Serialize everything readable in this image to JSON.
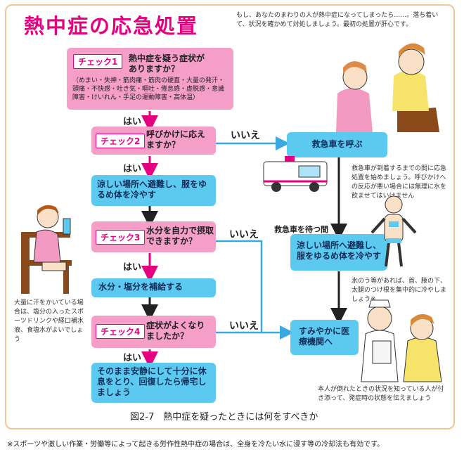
{
  "title": "熱中症の応急処置",
  "intro": "もし、あなたのまわりの人が熱中症になってしまったら……。落ち着いて、状況を確かめて対処しましょう。最初の処置が肝心です。",
  "check1": {
    "label": "チェック1",
    "question": "熱中症を疑う症状がありますか？",
    "symptoms": "（めまい・失神・筋肉痛・筋肉の硬直・大量の発汗・頭痛・不快感・吐き気・嘔吐・倦怠感・虚脱感・意識障害・けいれん・手足の運動障害・高体温）"
  },
  "check2": {
    "label": "チェック2",
    "question": "呼びかけに応えますか？"
  },
  "check3": {
    "label": "チェック3",
    "question": "水分を自力で摂取できますか？"
  },
  "check4": {
    "label": "チェック4",
    "question": "症状がよくなりましたか？"
  },
  "yes": "はい",
  "no": "いいえ",
  "action_cool": "涼しい場所へ避難し、服をゆるめ体を冷やす",
  "action_water": "水分・塩分を補給する",
  "action_rest": "そのまま安静にして十分に休息をとり、回復したら帰宅しましょう",
  "ambulance_call": "救急車を呼ぶ",
  "ambulance_note": "救急車が到着するまでの間に応急処置を始めましょう。呼びかけへの反応が悪い場合には無理に水を飲ませてはいけません",
  "ambulance_wait": "救急車を待つ間",
  "cool2": "涼しい場所へ避難し、服をゆるめ体を冷やす",
  "ice_note": "氷のう等があれば、首、腋の下、太腿のつけ根を集中的に冷やしましょう※",
  "hospital": "すみやかに医療機関へ",
  "hospital_note": "本人が倒れたときの状況を知っている人が付き添って、発症時の状態を伝えましょう",
  "sweat_note": "大量に汗をかいている場合は、塩分の入ったスポーツドリンクや経口補水液、食塩水がよいでしょう",
  "figure_caption": "図2-7　熱中症を疑ったときには何をすべきか",
  "footnote": "※スポーツや激しい作業・労働等によって起きる労作性熱中症の場合は、全身を冷たい水に浸す等の冷却法も有効です。",
  "colors": {
    "pink": "#f49ec8",
    "blue": "#5ccaf0",
    "magenta": "#e4007f",
    "frame": "#f0c896"
  }
}
